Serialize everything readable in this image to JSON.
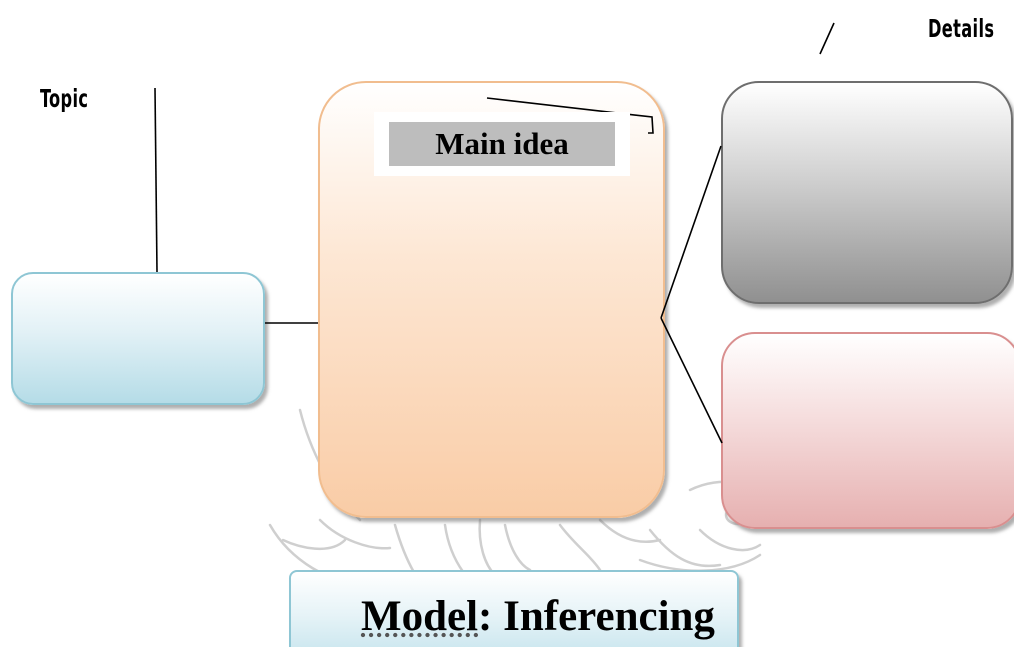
{
  "diagram": {
    "topic_label": "Topic",
    "details_label": "Details",
    "main_idea_label": "Main idea",
    "title": {
      "model": "Model",
      "rest": ": Inferencing"
    }
  },
  "colors": {
    "topic_box": "#b5dce7",
    "main_box": "#f9cca6",
    "detail_box_1": "#909090",
    "detail_box_2": "#e6b0b0",
    "main_idea_label_bg": "#bdbdbd"
  }
}
